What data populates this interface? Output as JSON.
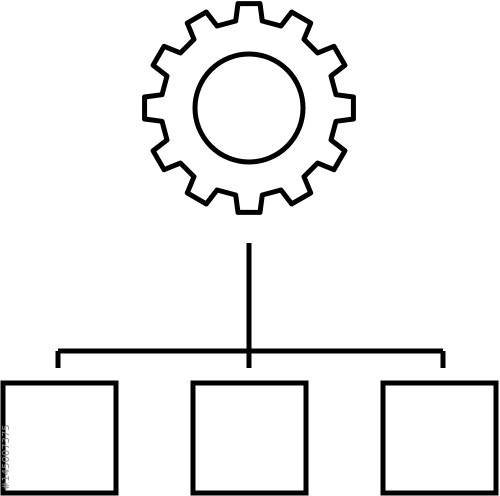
{
  "diagram": {
    "stroke_color": "#000000",
    "background_color": "#ffffff",
    "root": {
      "icon": "gear-icon"
    },
    "children": [
      {
        "icon": "square-node"
      },
      {
        "icon": "square-node"
      },
      {
        "icon": "square-node"
      }
    ]
  },
  "watermark": {
    "stock_id": "#145007375"
  }
}
